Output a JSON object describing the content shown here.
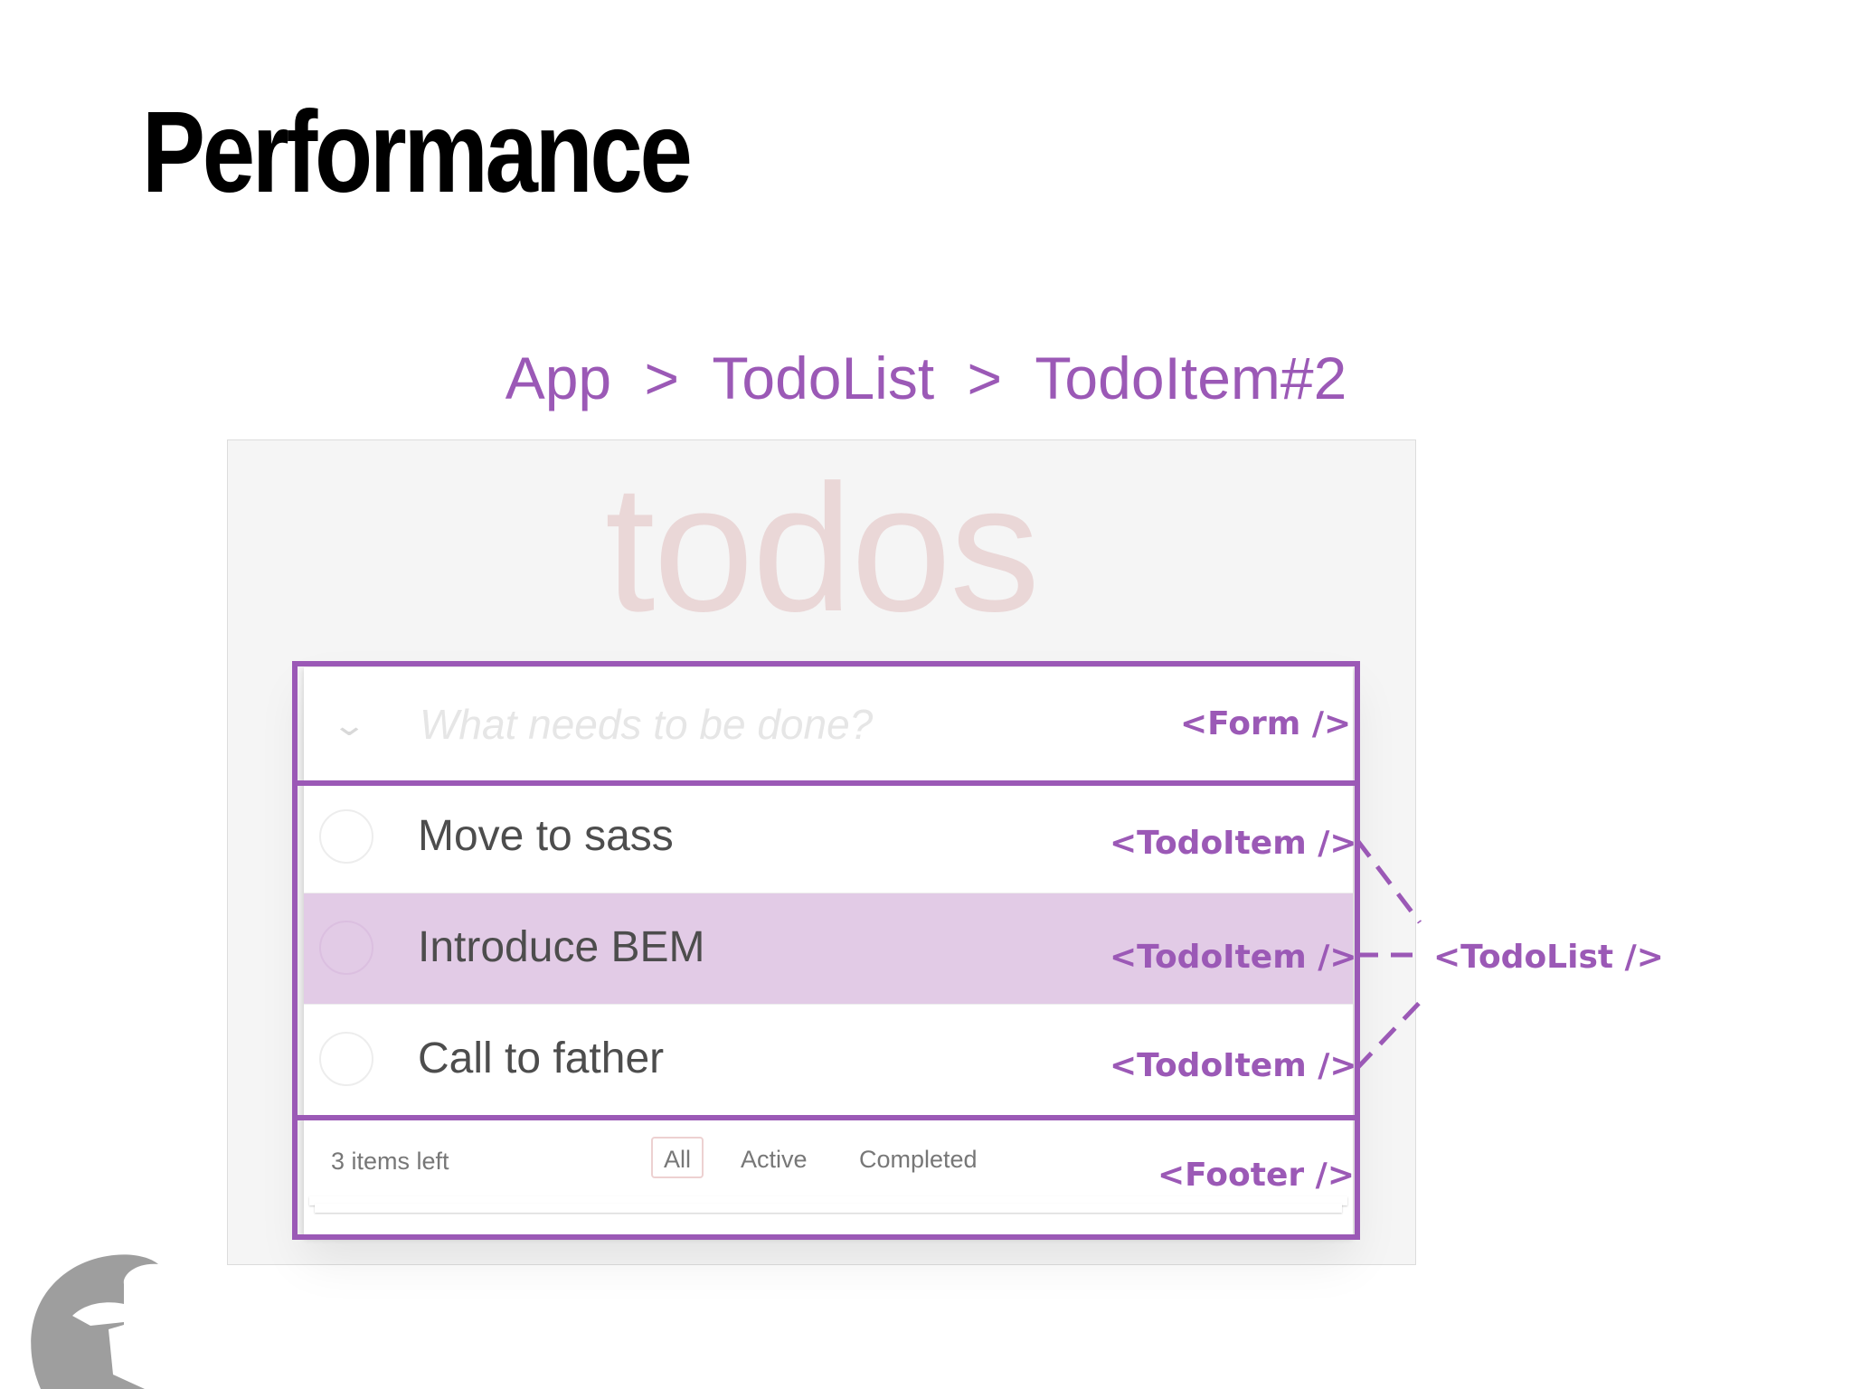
{
  "slide": {
    "title": "Performance",
    "breadcrumb": [
      "App",
      ">",
      "TodoList",
      ">",
      "TodoItem#2"
    ],
    "accent_color": "#9b59b6"
  },
  "app": {
    "heading": "todos",
    "toggle_all_icon": "chevron-down-icon",
    "new_todo_placeholder": "What needs to be done?",
    "items": [
      {
        "label": "Move to sass",
        "completed": false,
        "highlighted": false
      },
      {
        "label": "Introduce BEM",
        "completed": false,
        "highlighted": true
      },
      {
        "label": "Call to father",
        "completed": false,
        "highlighted": false
      }
    ],
    "footer": {
      "items_left": "3 items left",
      "filters": [
        "All",
        "Active",
        "Completed"
      ],
      "selected_filter": "All"
    }
  },
  "annotations": {
    "form": "<Form />",
    "todo_item": "<TodoItem />",
    "todo_list": "<TodoList />",
    "footer": "<Footer />"
  },
  "logo_icon": "spartan-helmet-icon"
}
